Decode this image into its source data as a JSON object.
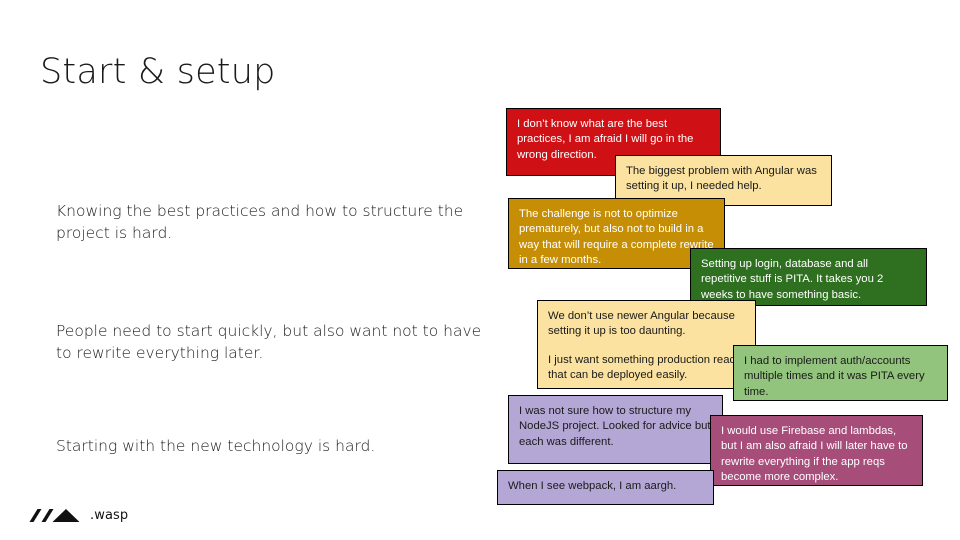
{
  "slide": {
    "title": "Start & setup",
    "background_color": "#ffffff"
  },
  "bullets": [
    {
      "text": "Knowing the best practices and how to structure the project is hard."
    },
    {
      "text": "People need to start quickly, but also want not to have to rewrite everything later."
    },
    {
      "text": "Starting with the new technology is hard."
    }
  ],
  "quotes": [
    {
      "id": "quote-best-practices",
      "paragraphs": [
        "I don’t know what are the best practices, I am afraid I will go in the wrong direction."
      ],
      "bg": "#cf1015",
      "fg": "#ffffff",
      "border": "#000000"
    },
    {
      "id": "quote-angular-setup",
      "paragraphs": [
        "The biggest problem with Angular was setting it up, I needed help."
      ],
      "bg": "#fbe2a0",
      "fg": "#1a1a1a",
      "border": "#000000"
    },
    {
      "id": "quote-premature-optimization",
      "paragraphs": [
        "The challenge is not to optimize prematurely, but also not to build in a way that will require a complete rewrite in a few months."
      ],
      "bg": "#c68e05",
      "fg": "#ffffff",
      "border": "#000000"
    },
    {
      "id": "quote-login-database-pita",
      "paragraphs": [
        "Setting up login, database and all repetitive stuff is PITA. It takes you 2 weeks to have something basic."
      ],
      "bg": "#2e7020",
      "fg": "#ffffff",
      "border": "#000000"
    },
    {
      "id": "quote-newer-angular-daunting",
      "paragraphs": [
        "We don’t use newer Angular because setting it up is too daunting.",
        "I just want something production ready that can be deployed easily."
      ],
      "bg": "#fbe2a0",
      "fg": "#1a1a1a",
      "border": "#000000"
    },
    {
      "id": "quote-auth-accounts-pita",
      "paragraphs": [
        "I had to implement auth/accounts multiple times and it was PITA every time."
      ],
      "bg": "#92c47d",
      "fg": "#1a1a1a",
      "border": "#000000"
    },
    {
      "id": "quote-nodejs-structure",
      "paragraphs": [
        "I was not sure how to structure my NodeJS project. Looked for advice but each was different."
      ],
      "bg": "#b4a7d6",
      "fg": "#1a1a1a",
      "border": "#000000"
    },
    {
      "id": "quote-firebase-lambdas",
      "paragraphs": [
        "I would use Firebase and lambdas, but I am also afraid I will later have to rewrite everything if the app reqs become more complex."
      ],
      "bg": "#a64d79",
      "fg": "#ffffff",
      "border": "#000000"
    },
    {
      "id": "quote-webpack-aargh",
      "paragraphs": [
        "When I see webpack, I am aargh."
      ],
      "bg": "#b4a7d6",
      "fg": "#1a1a1a",
      "border": "#000000"
    }
  ],
  "footer": {
    "logo_icon": "wasp-logo-icon",
    "logo_text": ".wasp"
  }
}
